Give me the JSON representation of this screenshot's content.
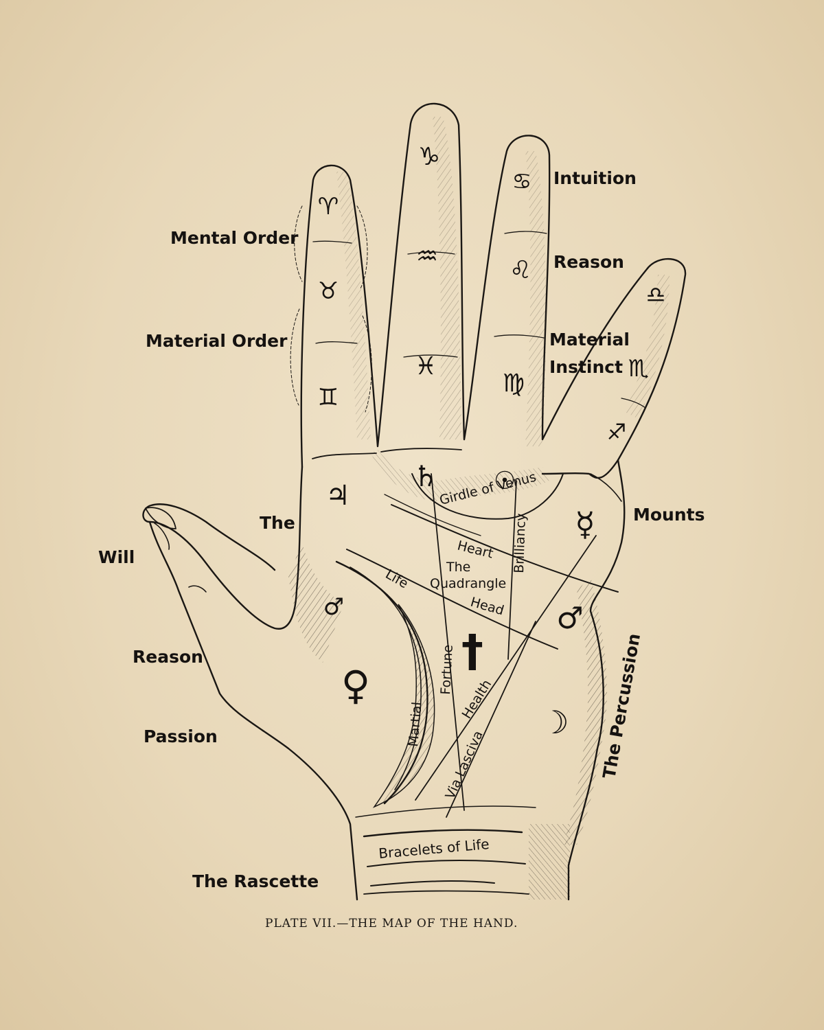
{
  "labels": {
    "mental_order": "Mental Order",
    "material_order": "Material Order",
    "intuition": "Intuition",
    "reason_right": "Reason",
    "material_instinct_1": "Material",
    "material_instinct_2": "Instinct",
    "mounts": "Mounts",
    "the": "The",
    "will": "Will",
    "reason_left": "Reason",
    "passion": "Passion",
    "rascette": "The Rascette",
    "percussion": "The Percussion",
    "girdle": "Girdle of Venus",
    "heart": "Heart",
    "quadrangle_1": "The",
    "quadrangle_2": "Quadrangle",
    "life": "Life",
    "head": "Head",
    "fortune": "Fortune",
    "brilliancy": "Brilliancy",
    "health": "Health",
    "via_lasciva": "Via Lasciva",
    "martial": "Martial",
    "bracelets": "Bracelets of Life"
  },
  "caption": "PLATE VII.—THE  MAP OF THE HAND.",
  "symbols": {
    "index_1": "♈",
    "index_2": "♉",
    "index_3": "♊",
    "middle_1": "♑",
    "middle_2": "♒",
    "middle_3": "♓",
    "ring_1": "♋",
    "ring_2": "♌",
    "ring_3": "♍",
    "little_1": "♎",
    "little_2": "♏",
    "little_3": "♐",
    "jupiter": "♃",
    "saturn": "♄",
    "sun": "☉",
    "mercury": "☿",
    "mars_upper": "♂",
    "mars_lower": "♂",
    "venus": "♀",
    "moon": "☽",
    "dagger": "†"
  },
  "colors": {
    "paper": "#e8d8b9",
    "ink": "#1a1714"
  }
}
